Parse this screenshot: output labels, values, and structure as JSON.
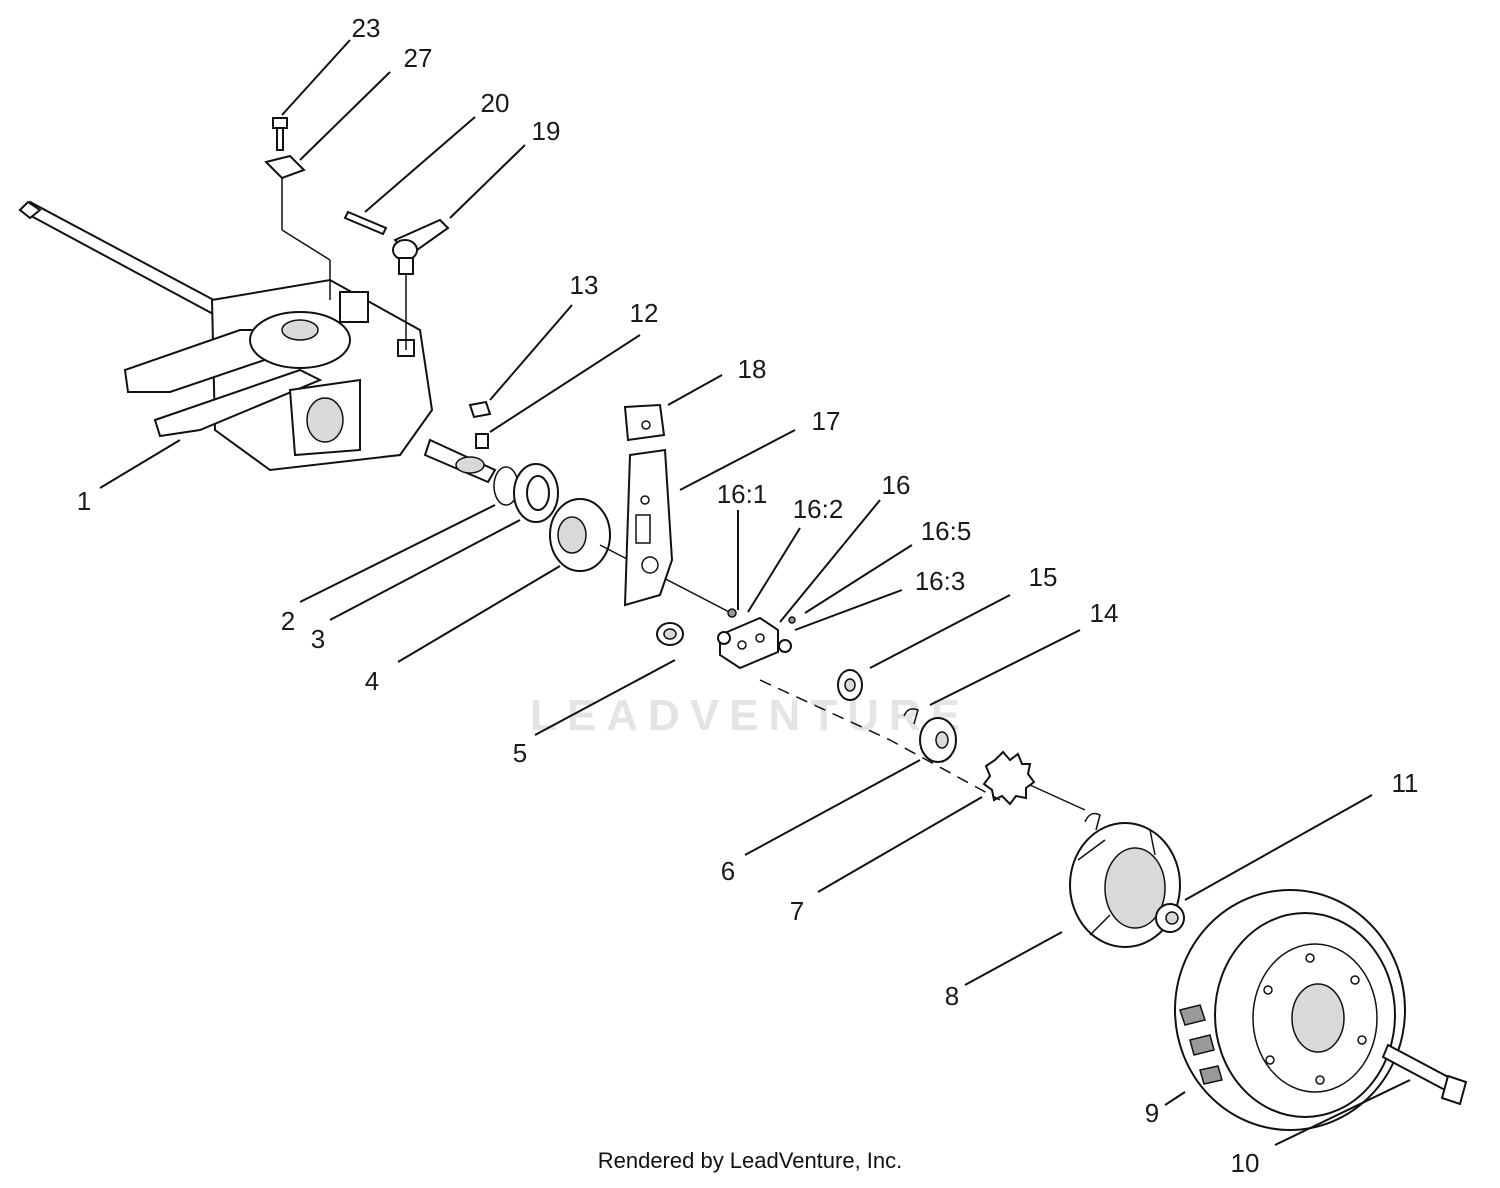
{
  "watermark": "LEADVENTURE",
  "footer": "Rendered by LeadVenture, Inc.",
  "callouts": {
    "c1": "1",
    "c2": "2",
    "c3": "3",
    "c4": "4",
    "c5": "5",
    "c6": "6",
    "c7": "7",
    "c8": "8",
    "c9": "9",
    "c10": "10",
    "c11": "11",
    "c12": "12",
    "c13": "13",
    "c14": "14",
    "c15": "15",
    "c16": "16",
    "c16_1": "16:1",
    "c16_2": "16:2",
    "c16_3": "16:3",
    "c16_5": "16:5",
    "c17": "17",
    "c18": "18",
    "c19": "19",
    "c20": "20",
    "c23": "23",
    "c27": "27"
  }
}
